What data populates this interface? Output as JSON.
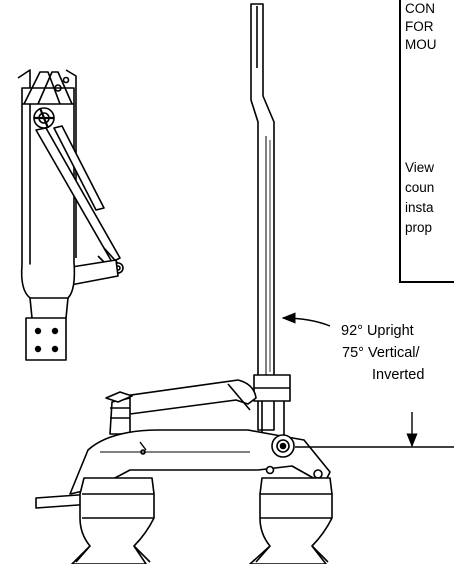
{
  "note_box": {
    "lines_top": [
      "CON",
      "FOR",
      "MOU"
    ],
    "lines_bottom": [
      "View",
      "coun",
      "insta",
      "prop"
    ]
  },
  "angle_labels": {
    "upright": "92° Upright",
    "vertical": "75° Vertical/",
    "inverted": "Inverted"
  },
  "colors": {
    "line": "#000000",
    "background": "#ffffff"
  }
}
